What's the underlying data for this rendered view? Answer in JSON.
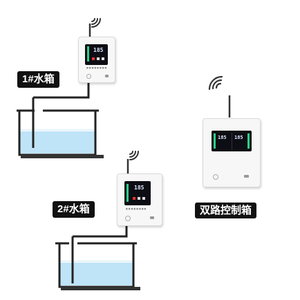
{
  "labels": {
    "tank1": {
      "code": "1#",
      "name": "水箱"
    },
    "tank2": {
      "code": "2#",
      "name": "水箱"
    },
    "dual": "双路控制箱"
  },
  "device_screen": {
    "single_reading": "185",
    "dual_reading_left": "185",
    "dual_reading_right": "185",
    "panel_caption": "■ ■ ■ ■ ■ ■ ■ ■"
  },
  "colors": {
    "water": "#bfe4f7",
    "water_level_bar": "#2ecf8a",
    "tank_wall": "#222222",
    "device_body": "#f7f7f7",
    "label_bg": "#111111"
  },
  "icons": [
    "wifi-signal-icon",
    "antenna-icon",
    "speaker-grille-icon",
    "button-icon"
  ]
}
